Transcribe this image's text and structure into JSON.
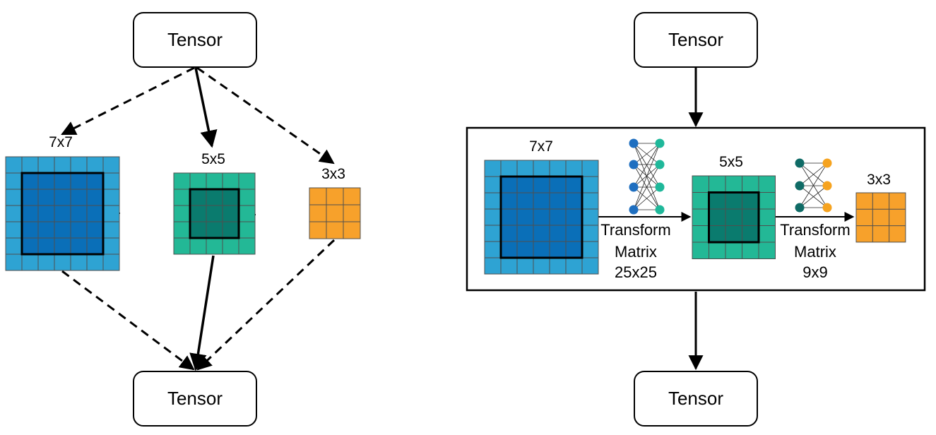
{
  "colors": {
    "blue_outer": "#2ea3d3",
    "blue_inner": "#0a6fb8",
    "green_outer": "#23b896",
    "green_inner": "#0a7b6e",
    "orange": "#f7a12b",
    "grid_line": "#4f4f4f",
    "stroke": "#000000",
    "nn_blue": "#1f6fc0",
    "nn_teal": "#1fb89a",
    "nn_dark": "#0f6b66",
    "nn_orange": "#f6a31f"
  },
  "left_panel": {
    "top_tensor": "Tensor",
    "bottom_tensor": "Tensor",
    "grids": [
      {
        "label": "7x7",
        "cells": 7,
        "inner_cells": 5,
        "color": "blue"
      },
      {
        "label": "5x5",
        "cells": 5,
        "inner_cells": 3,
        "color": "green"
      },
      {
        "label": "3x3",
        "cells": 3,
        "inner_cells": 0,
        "color": "orange"
      }
    ]
  },
  "right_panel": {
    "top_tensor": "Tensor",
    "bottom_tensor": "Tensor",
    "grids": [
      {
        "label": "7x7",
        "cells": 7,
        "inner_cells": 5,
        "color": "blue"
      },
      {
        "label": "5x5",
        "cells": 5,
        "inner_cells": 3,
        "color": "green"
      },
      {
        "label": "3x3",
        "cells": 3,
        "inner_cells": 0,
        "color": "orange"
      }
    ],
    "transforms": [
      {
        "line1": "Transform",
        "line2": "Matrix",
        "line3": "25x25"
      },
      {
        "line1": "Transform",
        "line2": "Matrix",
        "line3": "9x9"
      }
    ]
  }
}
